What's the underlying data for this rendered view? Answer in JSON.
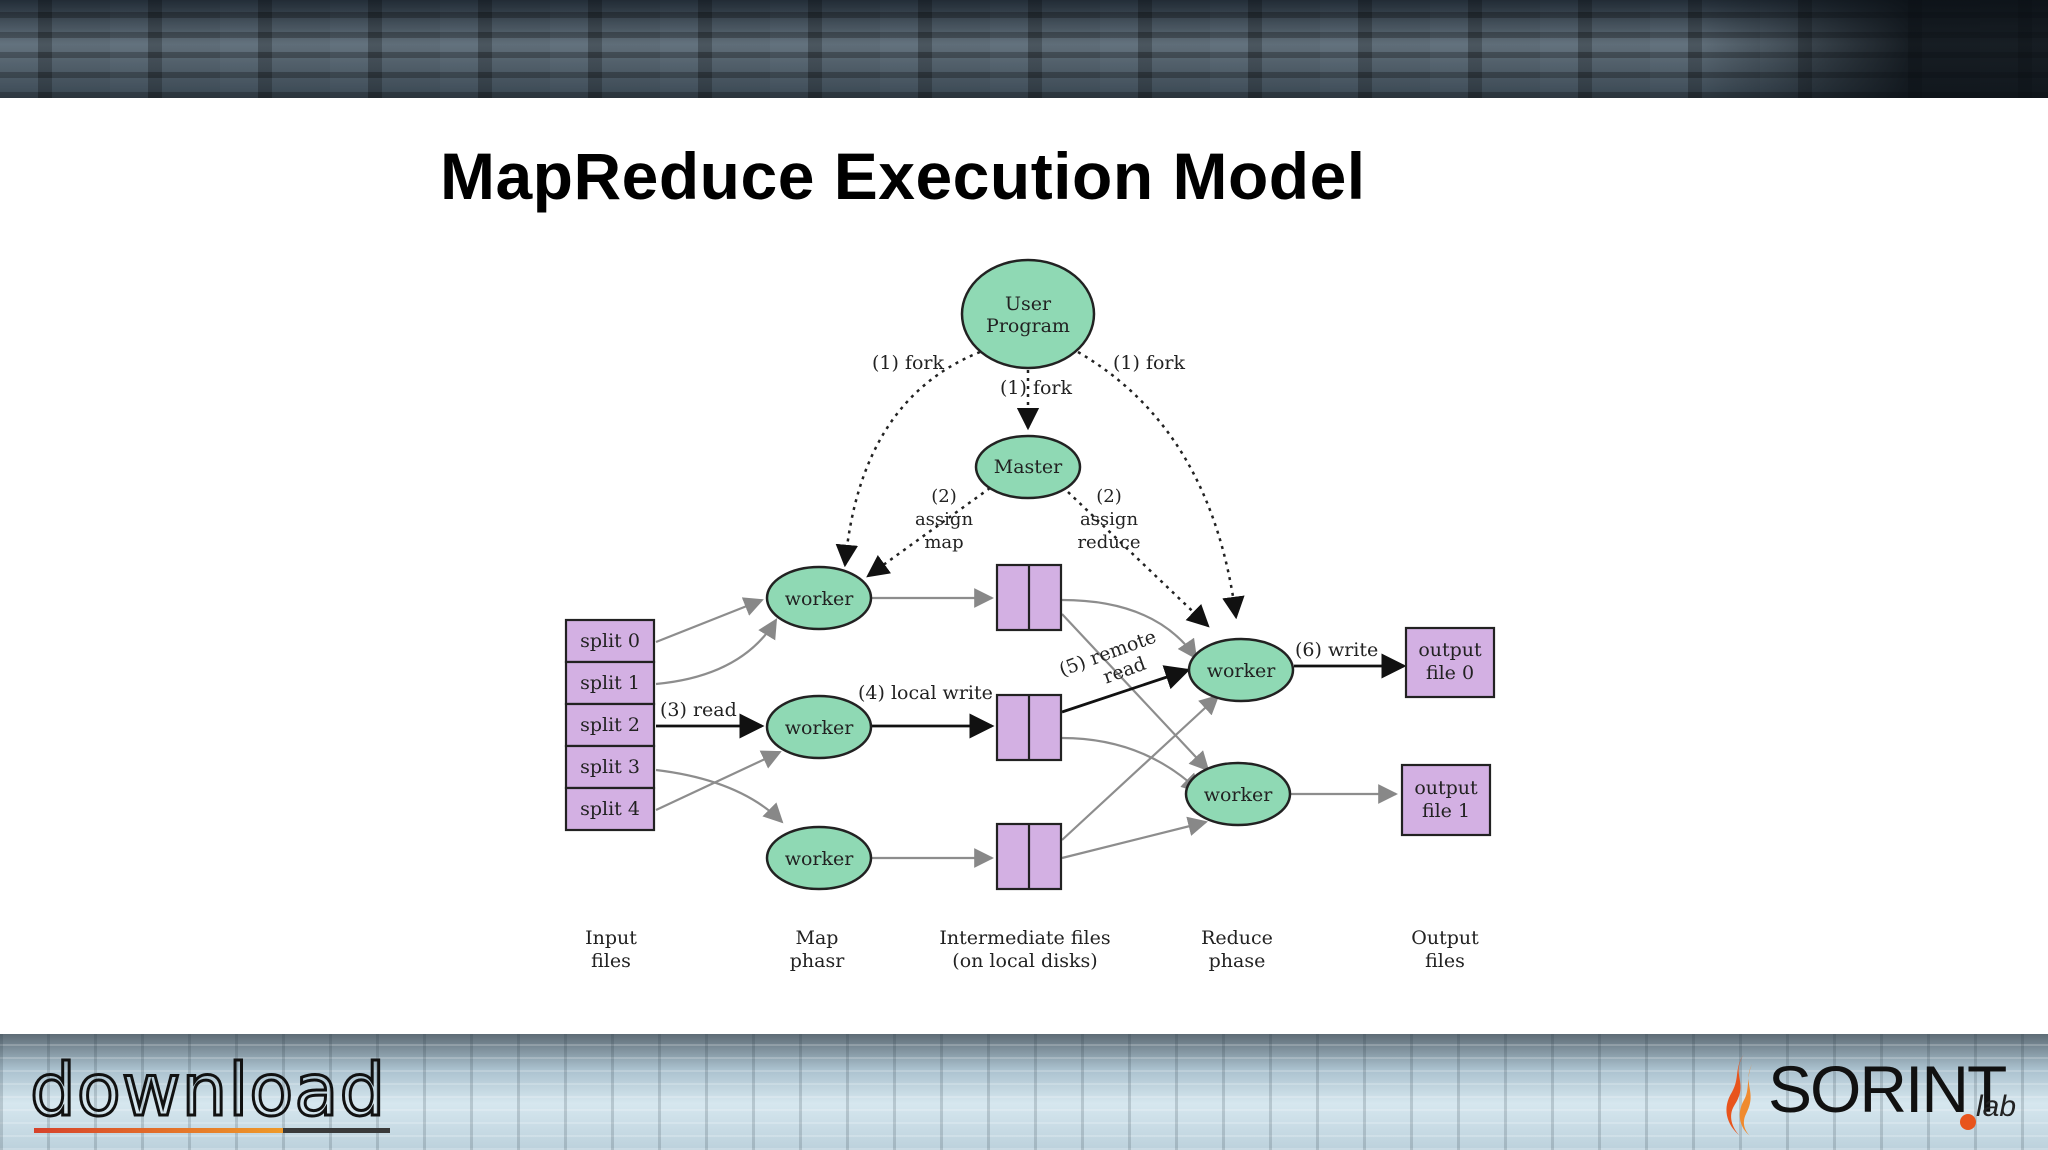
{
  "title": "MapReduce Execution Model",
  "diagram": {
    "user_program": [
      "User",
      "Program"
    ],
    "master": "Master",
    "fork_left": "(1) fork",
    "fork_center": "(1) fork",
    "fork_right": "(1) fork",
    "assign_map": [
      "(2)",
      "assign",
      "map"
    ],
    "assign_reduce": [
      "(2)",
      "assign",
      "reduce"
    ],
    "splits": [
      "split 0",
      "split 1",
      "split 2",
      "split 3",
      "split 4"
    ],
    "map_worker": "worker",
    "reduce_worker": "worker",
    "read": "(3) read",
    "local_write": "(4) local write",
    "remote_read": [
      "(5) remote",
      "read"
    ],
    "write": "(6) write",
    "output_files": [
      [
        "output",
        "file 0"
      ],
      [
        "output",
        "file 1"
      ]
    ],
    "column_labels": {
      "input": [
        "Input",
        "files"
      ],
      "map": [
        "Map",
        "phasr"
      ],
      "intermediate": [
        "Intermediate files",
        "(on local disks)"
      ],
      "reduce": [
        "Reduce",
        "phase"
      ],
      "output": [
        "Output",
        "files"
      ]
    },
    "colors": {
      "node_fill": "#8fd9b4",
      "file_fill": "#d3b0e3"
    }
  },
  "footer": {
    "left_logo": "download",
    "right_logo_word": "SORINT",
    "right_logo_suffix": "lab",
    "accent_color": "#e8541c"
  }
}
